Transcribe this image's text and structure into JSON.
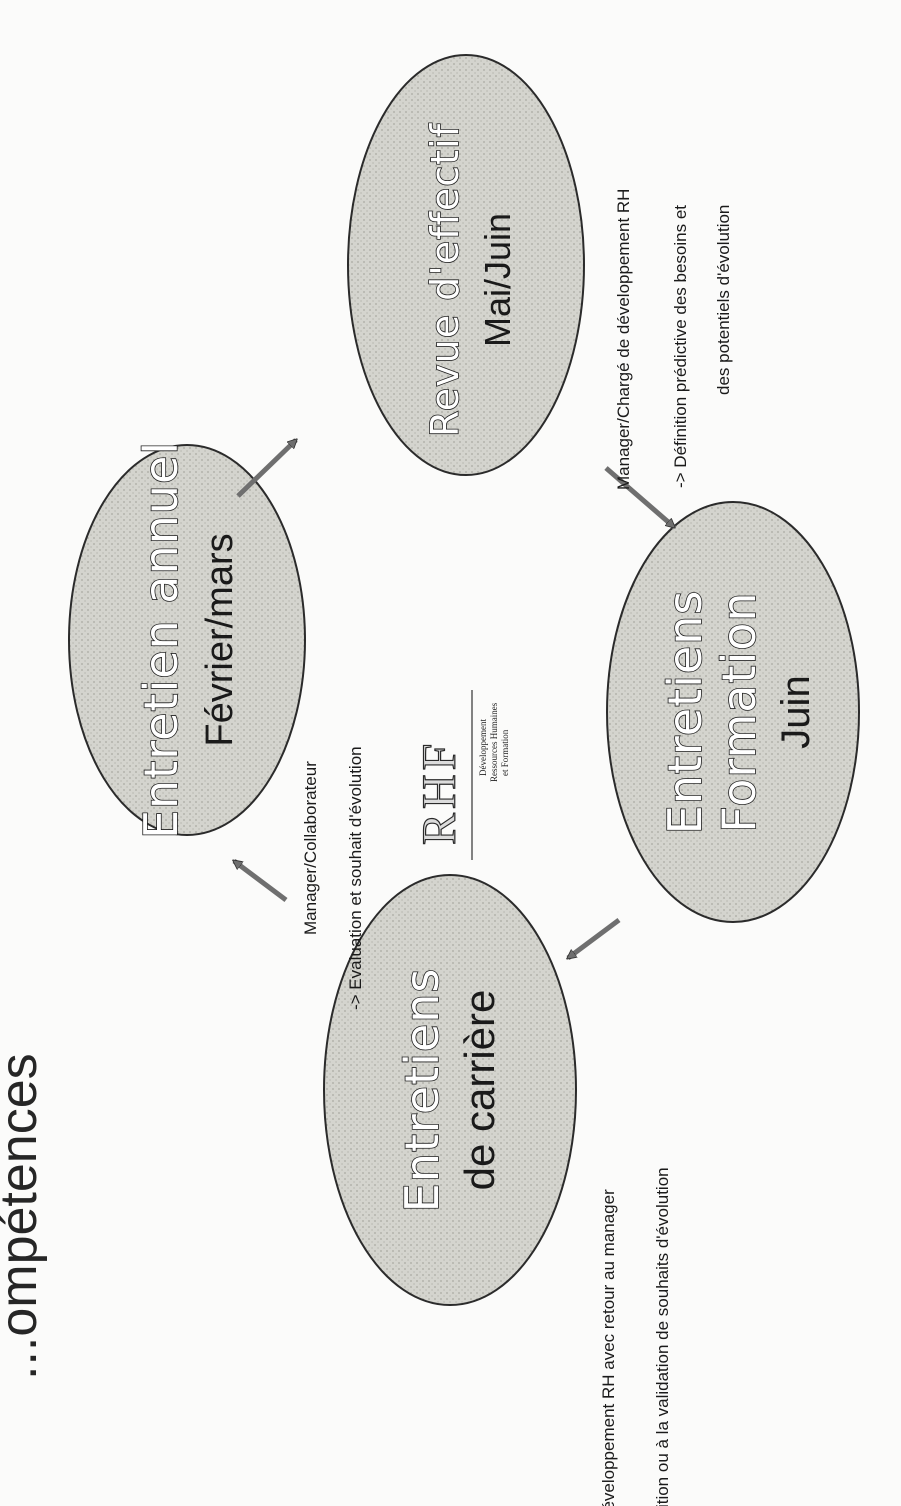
{
  "title_fragment": "...ompétences",
  "nodes": [
    {
      "id": "entretien-annuel",
      "lines": [
        "Entretien annuel",
        "Février/mars"
      ]
    },
    {
      "id": "revue-effectif",
      "lines": [
        "Revue d'effectif",
        "Mai/Juin"
      ]
    },
    {
      "id": "entretiens-formation",
      "lines": [
        "Entretiens",
        "Formation",
        "Juin"
      ]
    },
    {
      "id": "entretiens-carriere",
      "lines": [
        "Entretiens",
        "de carrière"
      ]
    }
  ],
  "edges": {
    "annuel_to_revue": [
      "Manager/Collaborateur",
      "-> Evaluation et souhait d'évolution"
    ],
    "revue_to_formation": [
      "Manager/Chargé de développement RH",
      "-> Définition prédictive des besoins et",
      "des potentiels d'évolution"
    ],
    "formation_to_carriere": [
      "développement RH avec retour au manager",
      "finition ou à la validation de souhaits d'évolution"
    ]
  },
  "logo": {
    "mark": "RHF",
    "sub": [
      "Développement",
      "Ressources Humaines",
      "et Formation"
    ]
  },
  "colors": {
    "ellipse_fill": "#d2d2cc",
    "ellipse_stroke": "#2b2b2b",
    "arrow": "#6f6f6f",
    "text": "#1a1a1a"
  }
}
